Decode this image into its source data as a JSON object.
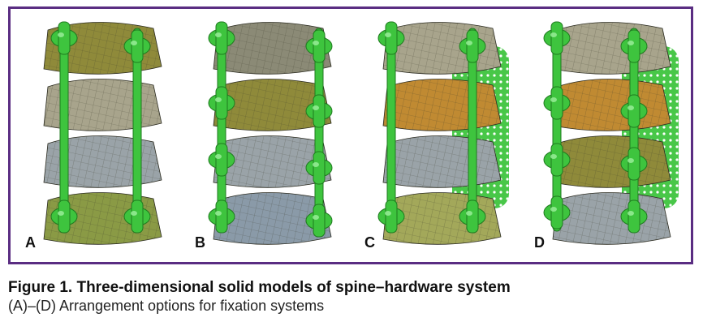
{
  "figure": {
    "panels": [
      {
        "label": "A",
        "rods": "two rods, two screws each",
        "vertebra_colors": [
          "#8f8a3a",
          "#a8a48c",
          "#9aa3a8",
          "#8a9a45"
        ]
      },
      {
        "label": "B",
        "rods": "two rods, four screws each",
        "vertebra_colors": [
          "#8b8a76",
          "#8f8a3a",
          "#9aa3a8",
          "#8a9aa8"
        ]
      },
      {
        "label": "C",
        "rods": "two rods with mesh cage",
        "vertebra_colors": [
          "#a8a48c",
          "#c08a32",
          "#9aa3a8",
          "#a3a85a"
        ]
      },
      {
        "label": "D",
        "rods": "two rods, four screws each, with mesh cage",
        "vertebra_colors": [
          "#a8a48c",
          "#c08a32",
          "#8f8a3a",
          "#9aa3a8"
        ]
      }
    ],
    "colors": {
      "frame": "#5a2d82",
      "hardware": "#3ec43e"
    }
  },
  "caption": {
    "title": "Figure 1. Three-dimensional solid models of spine–hardware system",
    "subtitle": "(A)–(D) Arrangement options for fixation systems"
  }
}
